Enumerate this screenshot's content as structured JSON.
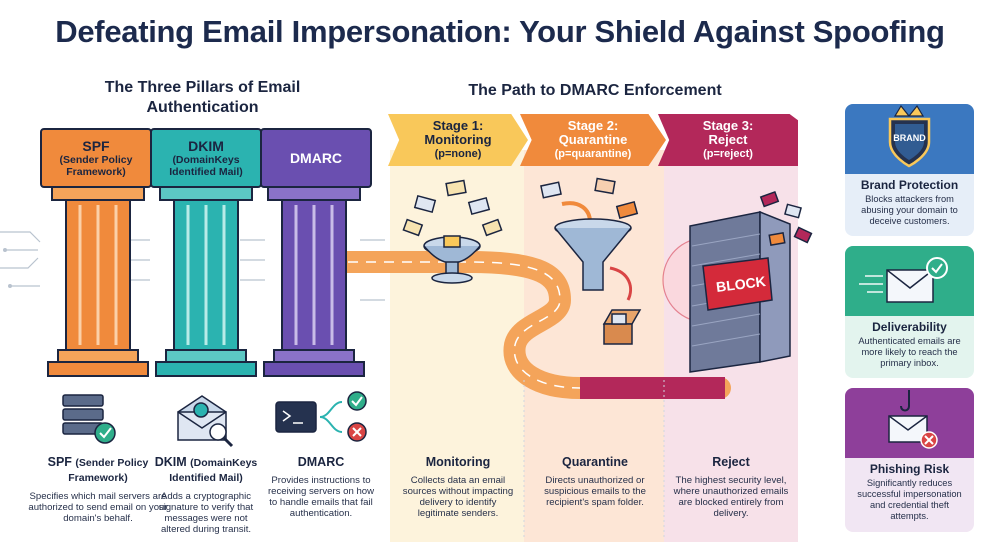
{
  "title": "Defeating Email Impersonation: Your Shield Against Spoofing",
  "pillars_heading": "The Three Pillars of Email Authentication",
  "path_heading": "The Path to DMARC Enforcement",
  "pillars": [
    {
      "name": "SPF",
      "sub": "(Sender Policy Framework)",
      "color": "#f08a3c"
    },
    {
      "name": "DKIM",
      "sub": "(DomainKeys Identified Mail)",
      "color": "#2bb3b0"
    },
    {
      "name": "DMARC",
      "sub": "",
      "color": "#6a4fb0"
    }
  ],
  "stages": [
    {
      "line1": "Stage 1:",
      "line2": "Monitoring",
      "line3": "(p=none)",
      "color": "#f9c85a"
    },
    {
      "line1": "Stage 2:",
      "line2": "Quarantine",
      "line3": "(p=quarantine)",
      "color": "#f08a3c"
    },
    {
      "line1": "Stage 3:",
      "line2": "Reject",
      "line3": "(p=reject)",
      "color": "#b3285a"
    }
  ],
  "block_label": "BLOCK",
  "brand_label": "BRAND",
  "descriptions": [
    {
      "heading": "SPF",
      "heading_small": "(Sender Policy Framework)",
      "body": "Specifies which mail servers are authorized to send email on your domain's behalf."
    },
    {
      "heading": "DKIM",
      "heading_small": "(DomainKeys Identified Mail)",
      "body": "Adds a cryptographic signature to verify that messages were not altered during transit."
    },
    {
      "heading": "DMARC",
      "heading_small": "",
      "body": "Provides instructions to receiving servers on how to handle emails that fail authentication."
    },
    {
      "heading": "Monitoring",
      "heading_small": "",
      "body": "Collects data an email sources without impacting delivery to identify legitimate senders."
    },
    {
      "heading": "Quarantine",
      "heading_small": "",
      "body": "Directs unauthorized or suspicious emails to the recipient's spam folder."
    },
    {
      "heading": "Reject",
      "heading_small": "",
      "body": "The highest security level, where unauthorized emails are blocked entirely from delivery."
    }
  ],
  "cards": [
    {
      "title": "Brand Protection",
      "body": "Blocks attackers from abusing your domain to deceive customers.",
      "color": "#3b78c0"
    },
    {
      "title": "Deliverability",
      "body": "Authenticated emails are more likely to reach the primary inbox.",
      "color": "#2fae8a"
    },
    {
      "title": "Phishing Risk",
      "body": "Significantly reduces successful impersonation and credential theft attempts.",
      "color": "#8e3f9a"
    }
  ],
  "colors": {
    "navy": "#1c2a4d",
    "stage1_bg": "#fdf3dc",
    "stage2_bg": "#fde6d6",
    "stage3_bg": "#f7e1e9"
  }
}
